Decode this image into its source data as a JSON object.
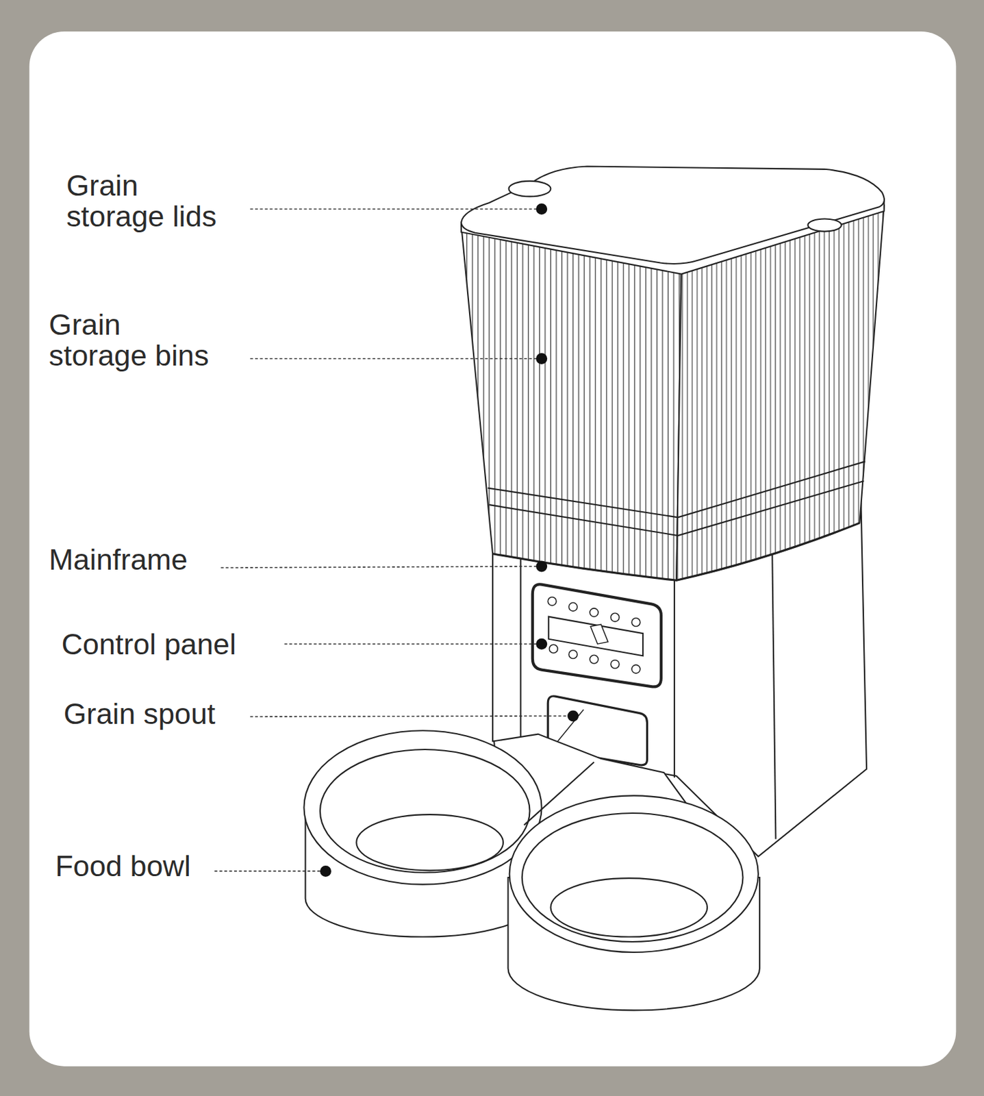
{
  "diagram": {
    "labels": [
      "Grain storage lids",
      "Grain storage bins",
      "Mainframe",
      "Control panel",
      "Grain spout",
      "Food bowl"
    ]
  }
}
